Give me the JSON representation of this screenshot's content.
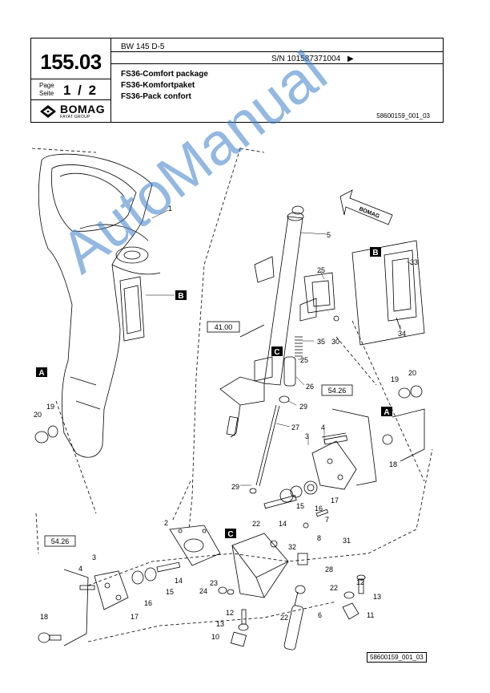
{
  "header": {
    "part_number": "155.03",
    "page_label_en": "Page",
    "page_label_de": "Seite",
    "page_number": "1 / 2",
    "logo_text": "BOMAG",
    "logo_subtext": "FAYAT GROUP",
    "model": "BW 145 D-5",
    "serial_number": "S/N 101587371004",
    "serial_arrow": "▶",
    "description_en": "FS36-Comfort package",
    "description_de": "FS36-Komfortpaket",
    "description_fr": "FS36-Pack confort",
    "drawing_ref": "58600159_001_03"
  },
  "diagram": {
    "watermark": "AutoManual",
    "bottom_ref": "58600159_001_03",
    "direction_arrow_text": "BOMAG",
    "ref_labels": [
      "41.00",
      "54.26",
      "54.26"
    ],
    "section_markers": [
      "A",
      "B",
      "C"
    ],
    "callouts": [
      "1",
      "2",
      "3",
      "4",
      "5",
      "6",
      "7",
      "8",
      "10",
      "11",
      "12",
      "13",
      "14",
      "15",
      "16",
      "17",
      "18",
      "19",
      "20",
      "22",
      "23",
      "24",
      "25",
      "26",
      "27",
      "28",
      "29",
      "30",
      "31",
      "32",
      "33",
      "34",
      "35"
    ]
  },
  "colors": {
    "line": "#000000",
    "watermark": "#3a7dc8",
    "marker_fill": "#000000"
  }
}
